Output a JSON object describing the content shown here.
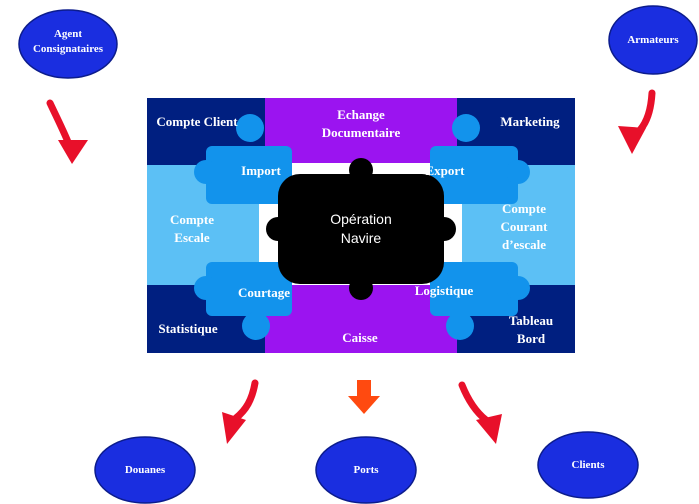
{
  "actors": {
    "agent": "Agent\nConsignataires",
    "armateurs": "Armateurs",
    "douanes": "Douanes",
    "ports": "Ports",
    "clients": "Clients"
  },
  "modules": {
    "compte_client": "Compte Client",
    "echange_documentaire": "Echange\nDocumentaire",
    "marketing": "Marketing",
    "import": "Import",
    "export": "Export",
    "compte_escale": "Compte\nEscale",
    "compte_courant_escale": "Compte\nCourant\nd’escale",
    "courtage": "Courtage",
    "logistique": "Logistique",
    "statistique": "Statistique",
    "caisse": "Caisse",
    "tableau_bord": "Tableau\nBord",
    "operation_navire": "Opération\nNavire"
  },
  "colors": {
    "ellipse": "#1a2ee0",
    "dark_navy": "#001f80",
    "purple": "#9b14f0",
    "light_blue": "#5cc0f5",
    "mid_blue": "#1293ec",
    "black": "#000000",
    "red": "#e8102a",
    "orange": "#ff4a10"
  }
}
